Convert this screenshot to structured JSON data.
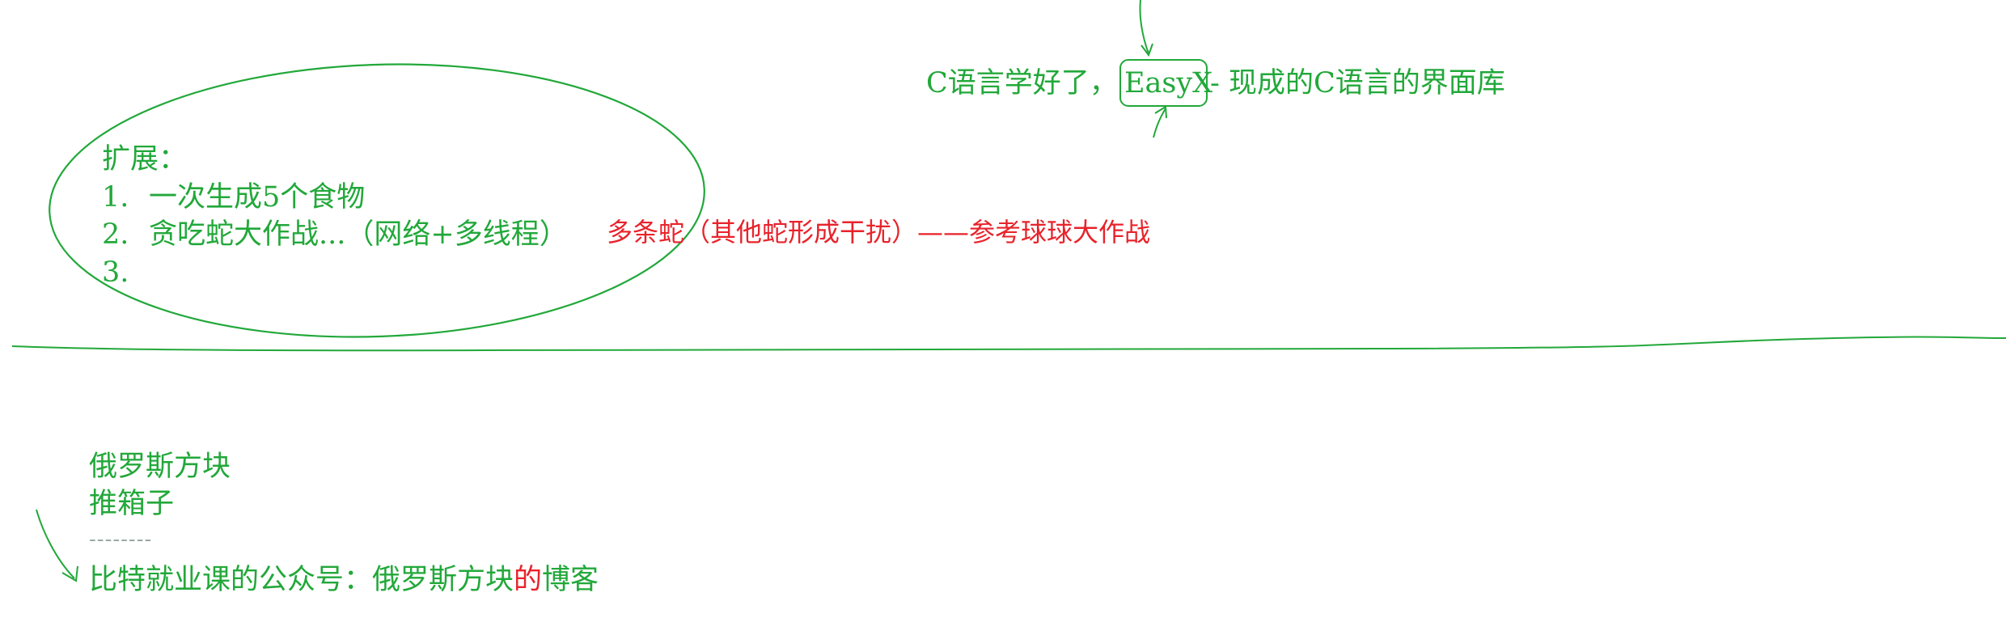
{
  "colors": {
    "ink_green": "#22a83a",
    "ink_red": "#e8232b",
    "dash_gray": "#9aa8a0",
    "background": "#ffffff"
  },
  "easyx_note": {
    "prefix": "C语言学好了，",
    "boxed": "EasyX",
    "suffix": " - 现成的C语言的界面库"
  },
  "extension": {
    "title": "扩展：",
    "items": [
      {
        "num": "1.",
        "text": "一次生成5个食物"
      },
      {
        "num": "2.",
        "text": "贪吃蛇大作战...（网络+多线程）"
      },
      {
        "num": "3.",
        "text": ""
      }
    ],
    "annotation": "多条蛇（其他蛇形成干扰）——参考球球大作战"
  },
  "games": {
    "items": [
      "俄罗斯方块",
      "推箱子"
    ],
    "separator": "--------",
    "footer_green": "比特就业课的公众号：俄罗斯方块",
    "footer_red": "的",
    "footer_end": "博客"
  }
}
